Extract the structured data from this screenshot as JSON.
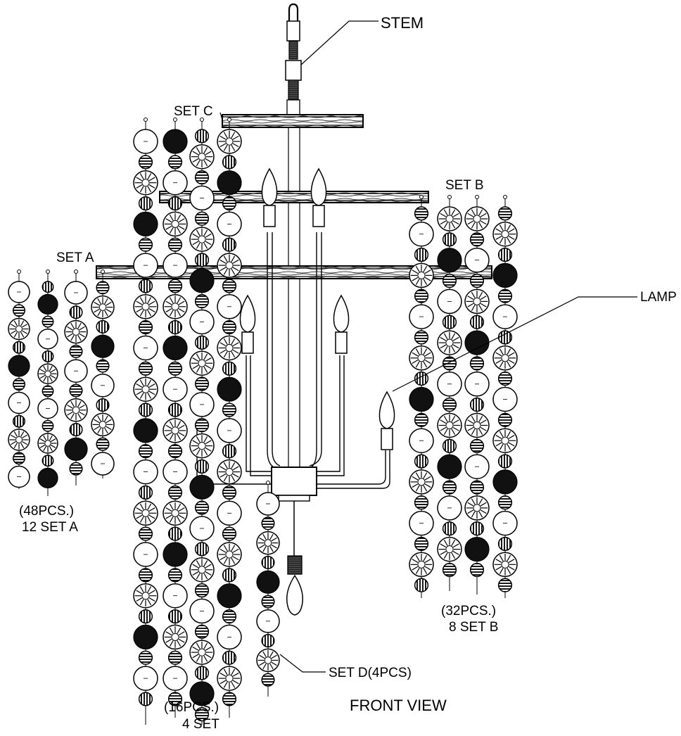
{
  "labels": {
    "stem": "STEM",
    "set_c": "SET C",
    "set_b": "SET B",
    "set_a": "SET A",
    "lamp": "LAMP",
    "set_a_count": "(48PCS.)",
    "set_a_qty": "12 SET A",
    "set_b_count": "(32PCS.)",
    "set_b_qty": "8 SET B",
    "set_center_count": "(16PCS.)",
    "set_center_qty": "4 SET",
    "set_d": "SET D(4PCS)",
    "view_title": "FRONT VIEW"
  },
  "colors": {
    "ink": "#000000",
    "paper": "#ffffff"
  }
}
